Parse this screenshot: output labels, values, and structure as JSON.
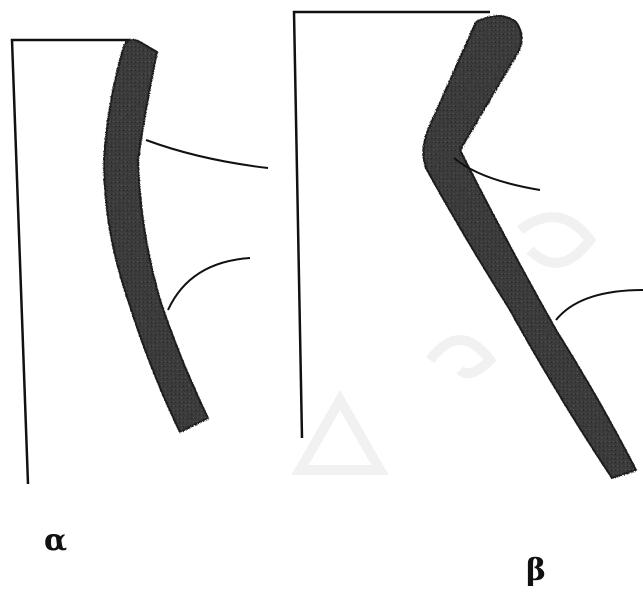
{
  "figure": {
    "panels": [
      {
        "id": "a",
        "label": "α"
      },
      {
        "id": "b",
        "label": "β"
      }
    ],
    "watermark": "Δ εξ ε ο",
    "colors": {
      "ink": "#111111",
      "rod_fill": "#3a3a3a",
      "rod_dark": "#1e1e1e",
      "background": "#ffffff",
      "watermark": "#f0f0f0"
    }
  }
}
